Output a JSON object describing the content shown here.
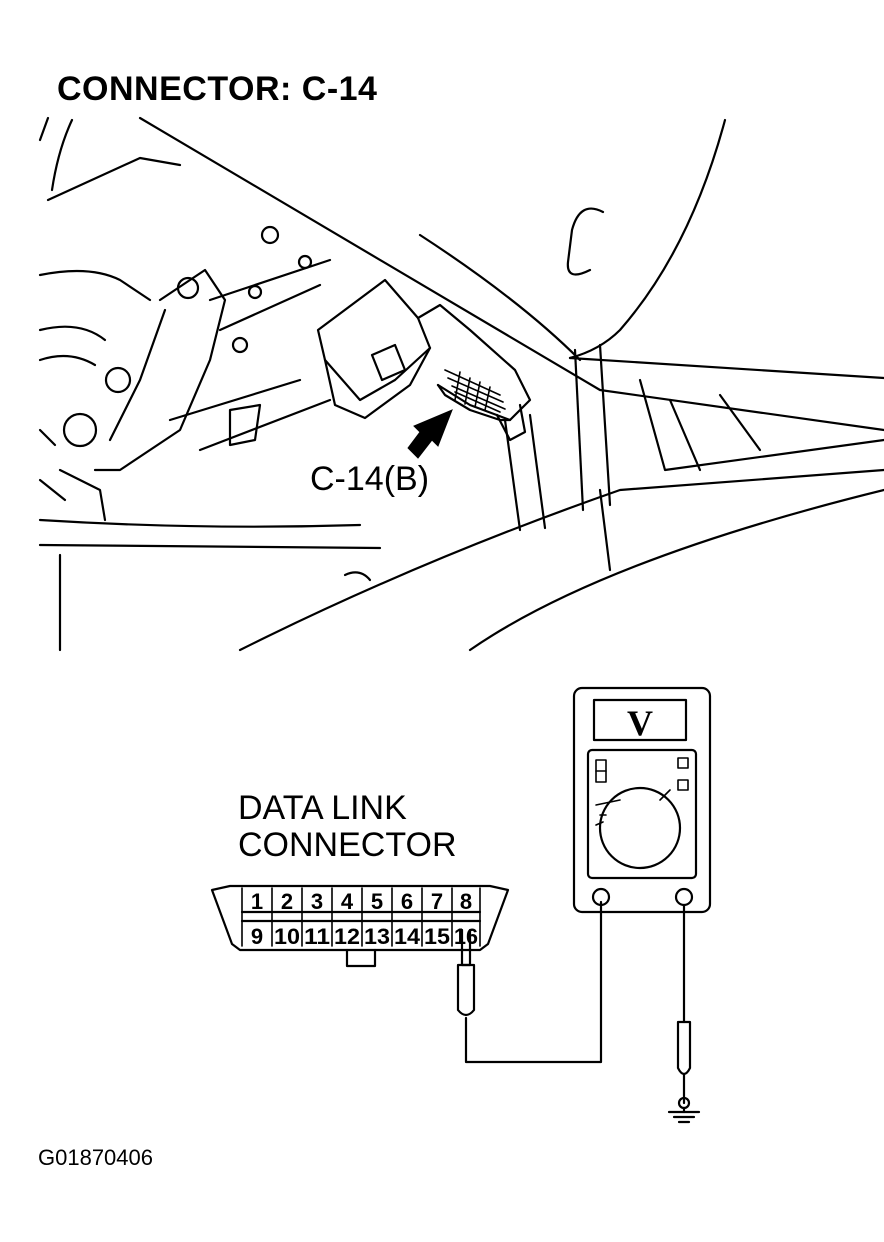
{
  "title": "CONNECTOR: C-14",
  "callout": "C-14(B)",
  "dlc": {
    "label_line1": "DATA LINK",
    "label_line2": "CONNECTOR",
    "pins_top": [
      "1",
      "2",
      "3",
      "4",
      "5",
      "6",
      "7",
      "8"
    ],
    "pins_bottom": [
      "9",
      "10",
      "11",
      "12",
      "13",
      "14",
      "15",
      "16"
    ]
  },
  "meter": {
    "mode_label": "V"
  },
  "figure_code": "G01870406"
}
